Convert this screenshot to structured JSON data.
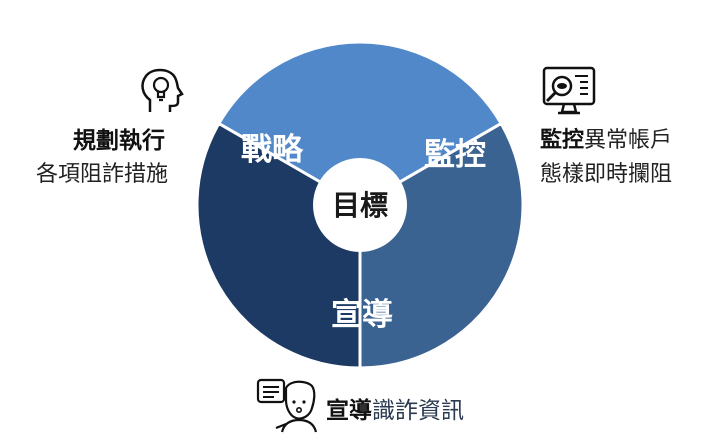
{
  "center": {
    "label": "目標"
  },
  "segments": [
    {
      "label": "戰略",
      "color": "#5188c9",
      "start": -150,
      "end": -30
    },
    {
      "label": "監控",
      "color": "#3b6391",
      "start": -30,
      "end": 90
    },
    {
      "label": "宣導",
      "color": "#1c3a63",
      "start": 90,
      "end": 210
    }
  ],
  "callouts": {
    "strategy": {
      "title": "規劃執行",
      "desc": "各項阻詐措施",
      "icon": "lightbulb-head-icon"
    },
    "monitor": {
      "title": "監控",
      "title_rest": "異常帳戶",
      "desc": "態樣即時攔阻",
      "icon": "monitor-magnifier-icon"
    },
    "promote": {
      "title": "宣導",
      "title_rest": "識詐資訊",
      "icon": "speaker-speech-bubble-icon"
    }
  }
}
